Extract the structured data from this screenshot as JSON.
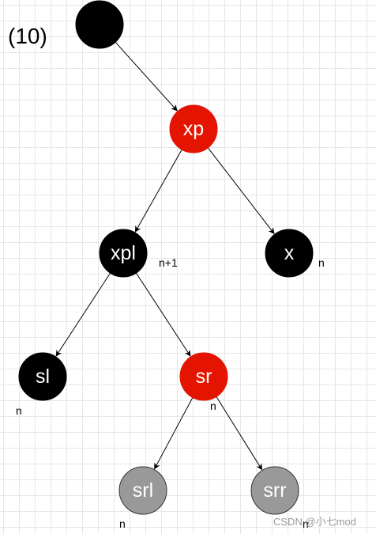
{
  "diagram": {
    "step_label": "(10)",
    "watermark": "CSDN @小七mod",
    "colors": {
      "black": "#000000",
      "red": "#e51400",
      "gray": "#999999",
      "edge": "#000000"
    },
    "nodes": {
      "root": {
        "label": "",
        "color": "black"
      },
      "xp": {
        "label": "xp",
        "color": "red"
      },
      "xpl": {
        "label": "xpl",
        "color": "black"
      },
      "x": {
        "label": "x",
        "color": "black"
      },
      "sl": {
        "label": "sl",
        "color": "black"
      },
      "sr": {
        "label": "sr",
        "color": "red"
      },
      "srl": {
        "label": "srl",
        "color": "gray"
      },
      "srr": {
        "label": "srr",
        "color": "gray"
      }
    },
    "edges": [
      [
        "root",
        "xp"
      ],
      [
        "xp",
        "xpl"
      ],
      [
        "xp",
        "x"
      ],
      [
        "xpl",
        "sl"
      ],
      [
        "xpl",
        "sr"
      ],
      [
        "sr",
        "srl"
      ],
      [
        "sr",
        "srr"
      ]
    ],
    "annotations": {
      "xpl": "n+1",
      "x": "n",
      "sl": "n",
      "sr": "n",
      "srl": "n",
      "srr": "n"
    }
  }
}
